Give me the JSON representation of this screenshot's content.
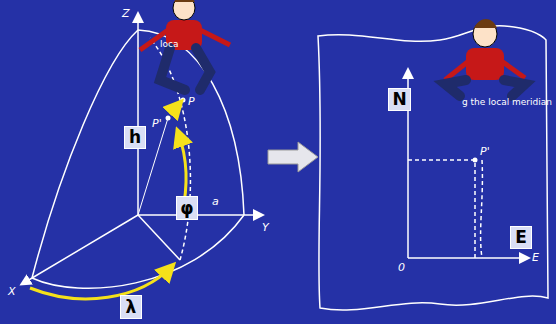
{
  "diagram": {
    "nodes": [
      {
        "text": [
          "h"
        ]
      },
      {
        "text": [
          "φ"
        ]
      },
      {
        "text": [
          "λ"
        ]
      },
      {
        "text": [
          "N"
        ]
      },
      {
        "text": [
          "E"
        ]
      }
    ],
    "labels": [
      "Z",
      "Y",
      "X",
      "loca",
      "P",
      "P'",
      "a",
      "P'",
      "0",
      "E",
      "g the local meridian"
    ]
  }
}
